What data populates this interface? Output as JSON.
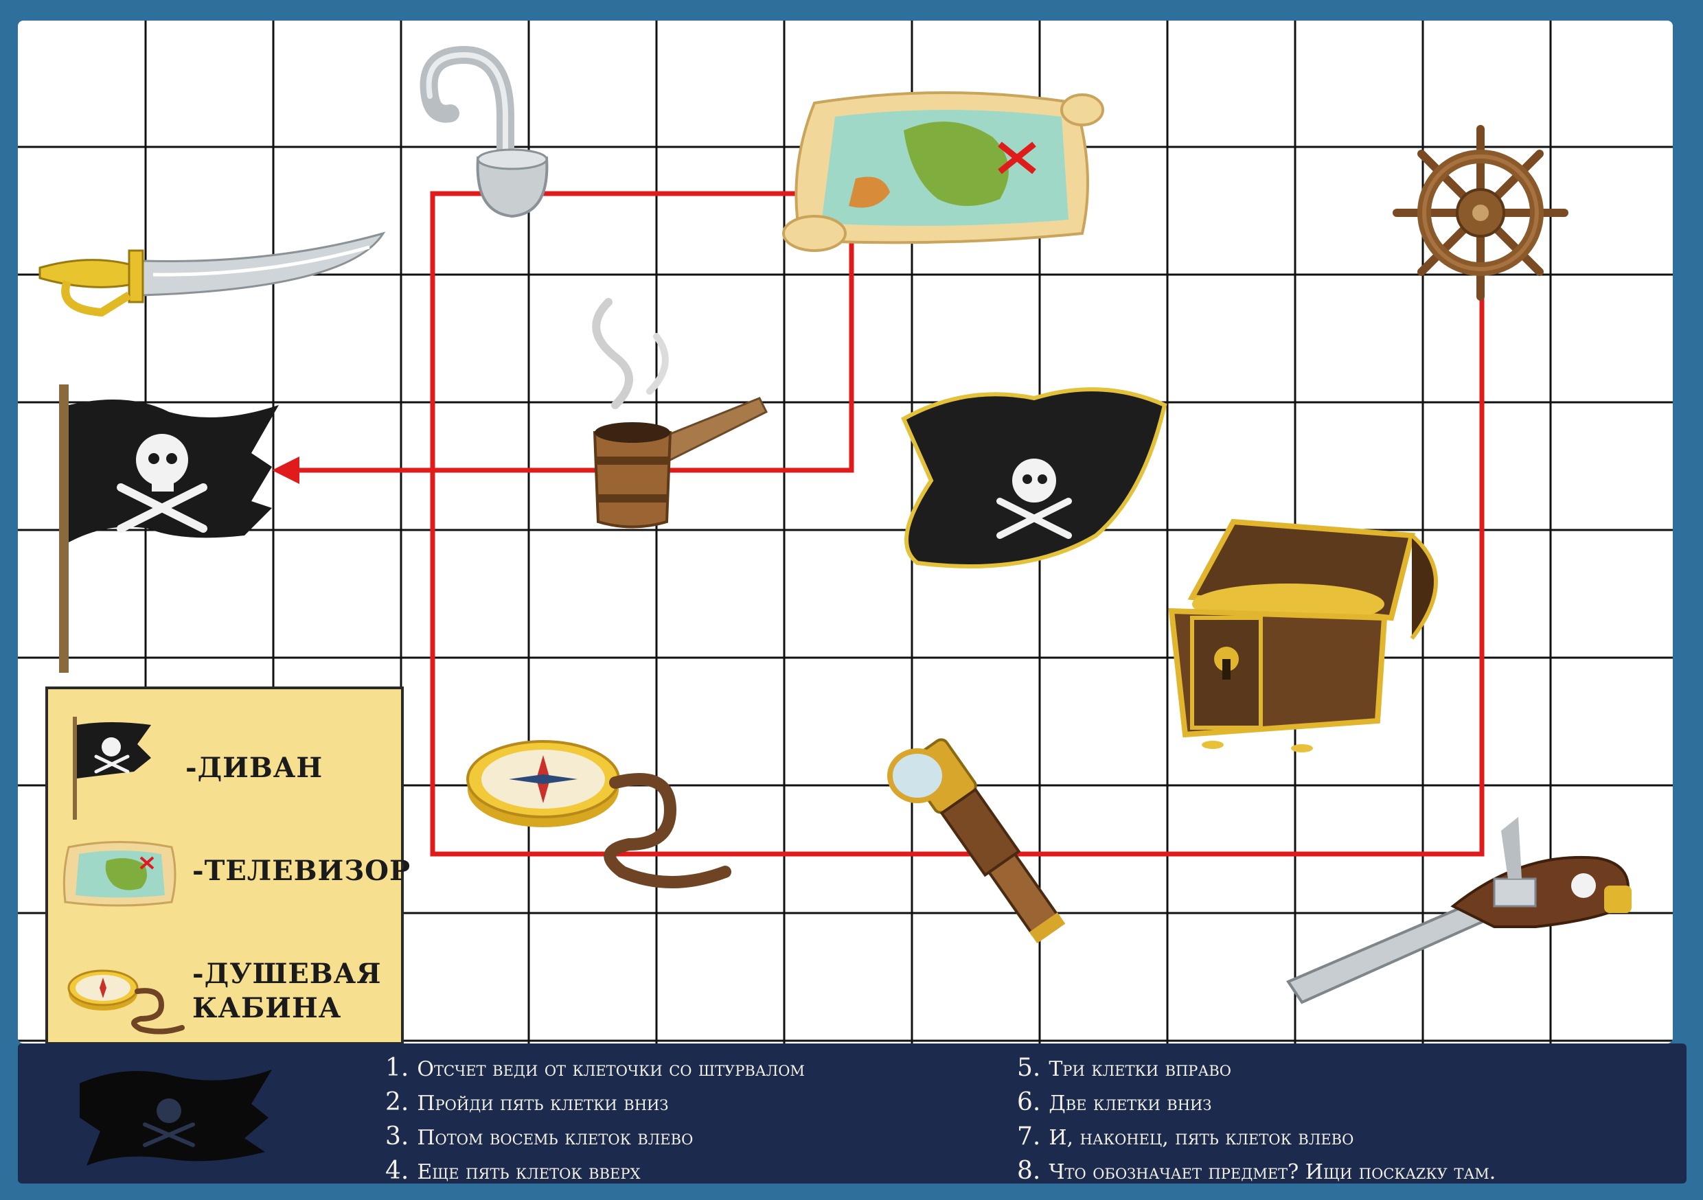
{
  "legend": {
    "items": [
      {
        "icon": "pirate-flag-icon",
        "label": "-ДИВАН"
      },
      {
        "icon": "treasure-map-icon",
        "label": "-ТЕЛЕВИЗОР"
      },
      {
        "icon": "compass-icon",
        "label": "-ДУШЕВАЯ\nКАБИНА"
      }
    ]
  },
  "instructions": {
    "left": [
      {
        "num": "1.",
        "text": "Отсчет веди от клеточки со штурвалом"
      },
      {
        "num": "2.",
        "text": "Пройди пять клетки вниз"
      },
      {
        "num": "3.",
        "text": "Потом восемь клеток влево"
      },
      {
        "num": "4.",
        "text": "Еще пять клеток вверх"
      }
    ],
    "right": [
      {
        "num": "5.",
        "text": "Три клетки вправо"
      },
      {
        "num": "6.",
        "text": "Две клетки вниз"
      },
      {
        "num": "7.",
        "text": "И, наконец, пять клеток влево"
      },
      {
        "num": "8.",
        "text": "Что обозначает предмет? Ищи поскazку там."
      }
    ]
  },
  "board_items": [
    "sabre-icon",
    "hook-icon",
    "treasure-map-icon",
    "ship-wheel-icon",
    "pirate-flag-icon",
    "pipe-icon",
    "pirate-hat-icon",
    "treasure-chest-icon",
    "compass-icon",
    "spyglass-icon",
    "pistol-icon"
  ],
  "colors": {
    "route": "#e01b1b",
    "grid": "#111111",
    "legend_bg": "#f6df8f",
    "footer_bg": "#1c2b4d",
    "frame": "#2f6f9c"
  }
}
